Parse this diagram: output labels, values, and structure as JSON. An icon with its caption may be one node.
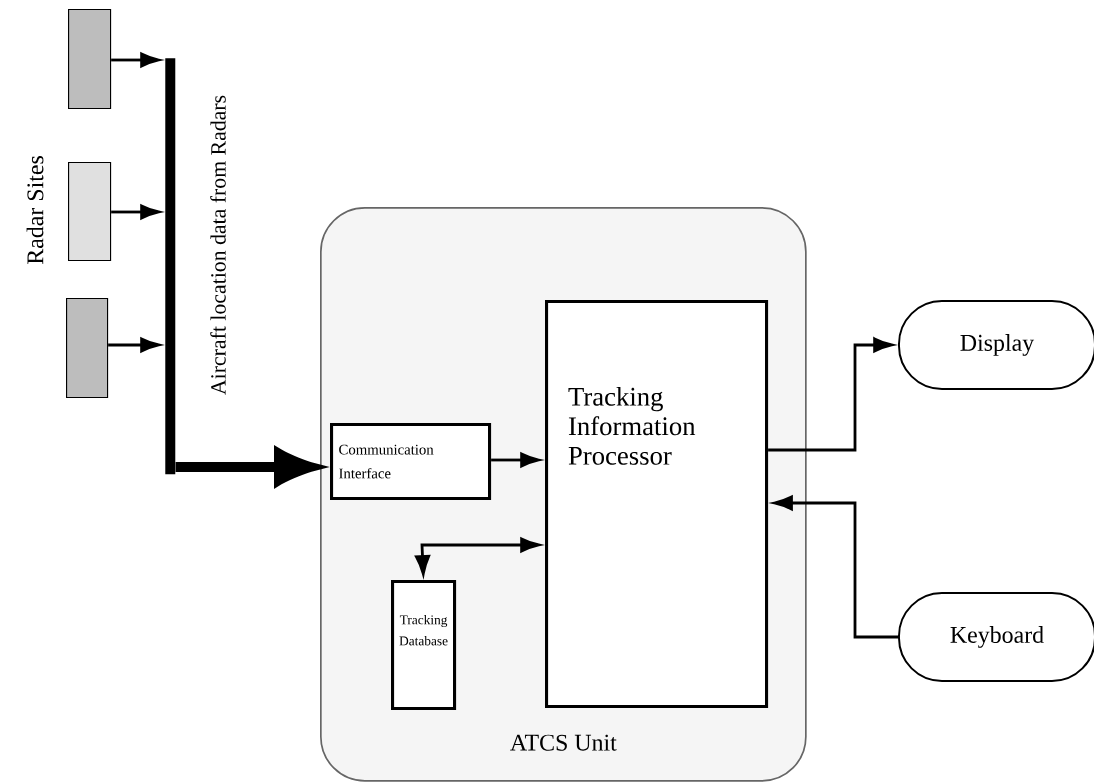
{
  "diagram": {
    "nodes": [
      {
        "text": [],
        "shape": "box"
      },
      {
        "text": [],
        "shape": "box"
      },
      {
        "text": [],
        "shape": "box"
      },
      {
        "text": [],
        "shape": "bar"
      },
      {
        "text": [
          "ATCS Unit"
        ]
      },
      {
        "text": [
          "Communication Interface"
        ],
        "in": 4
      },
      {
        "text": [
          "Tracking Information Processor"
        ],
        "in": 4
      },
      {
        "text": [
          "Tracking Database"
        ],
        "in": 4
      },
      {
        "text": [
          "Display"
        ]
      },
      {
        "text": [
          "Keyboard"
        ]
      }
    ],
    "edges": [
      {
        "from": 0,
        "to": 3,
        "arrow": "to"
      },
      {
        "from": 1,
        "to": 3,
        "arrow": "to"
      },
      {
        "from": 2,
        "to": 3,
        "arrow": "to"
      },
      {
        "from": 3,
        "to": 5,
        "arrow": "to",
        "style": "thick"
      },
      {
        "from": 5,
        "to": 6,
        "arrow": "to"
      },
      {
        "from": 6,
        "to": 7,
        "arrow": "both"
      },
      {
        "from": 6,
        "to": 8,
        "arrow": "to"
      },
      {
        "from": 9,
        "to": 6,
        "arrow": "to"
      }
    ],
    "labels": [
      "Radar Sites",
      "Aircraft location data from Radars"
    ]
  }
}
